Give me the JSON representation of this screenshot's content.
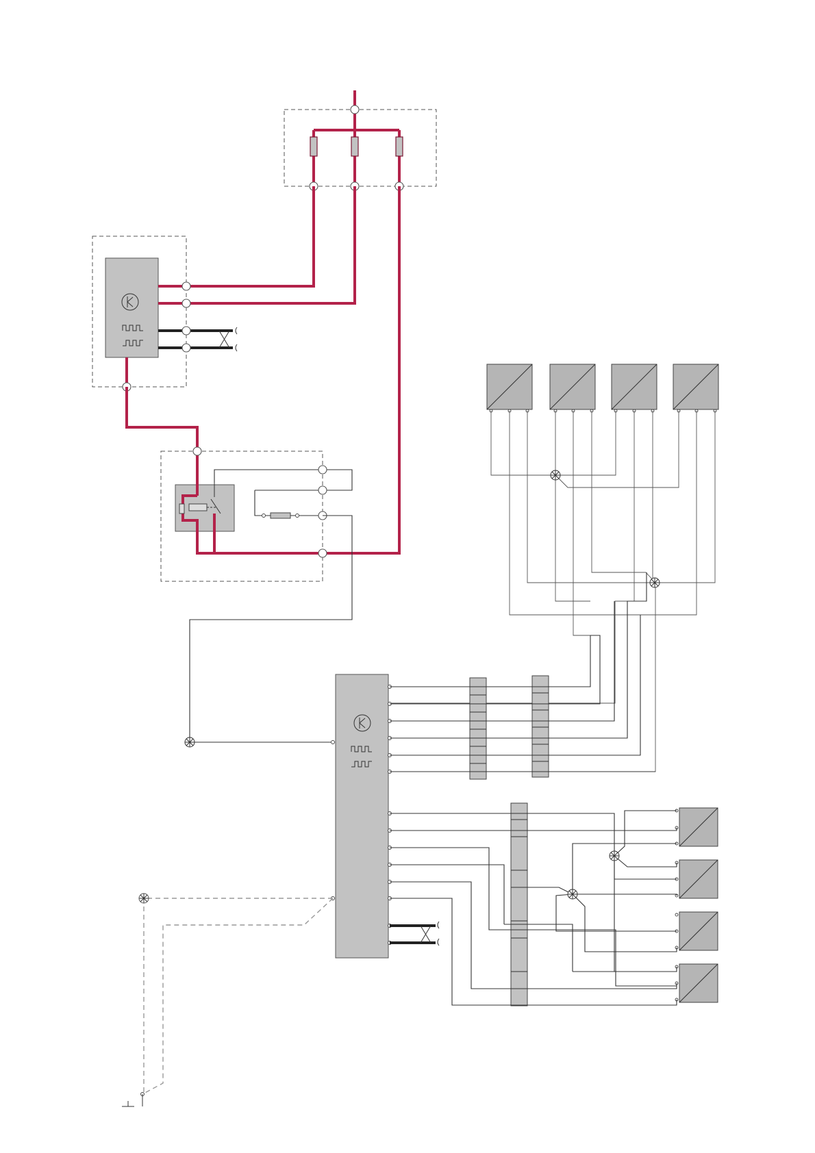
{
  "diagram": {
    "kind": "wiring-schematic",
    "colors": {
      "power_line": "#b3224a",
      "signal_line": "#333333",
      "component_fill": "#c2c2c2",
      "dashed_boundary": "#555555",
      "ground_line": "#999999"
    },
    "components": [
      {
        "id": "fuse-box",
        "kind": "dashed enclosure with three fuses"
      },
      {
        "id": "control-module-1",
        "kind": "control module (transistor + pulse symbols)"
      },
      {
        "id": "relay-box",
        "kind": "dashed enclosure with relay and fuse"
      },
      {
        "id": "control-module-2",
        "kind": "main control module (transistor + pulse symbols)"
      },
      {
        "id": "sensors-top",
        "kind": "four sensors in a row",
        "count": 4
      },
      {
        "id": "sensors-right",
        "kind": "four sensors in a column",
        "count": 4
      },
      {
        "id": "connector-blocks",
        "kind": "terminal connector strips",
        "count": 3
      },
      {
        "id": "ground-switch",
        "kind": "ground switch"
      }
    ],
    "icons": [
      "transistor-icon",
      "pulse-signal-icon",
      "twisted-pair-icon",
      "splice-icon",
      "fuse-icon",
      "relay-icon",
      "ground-icon"
    ]
  }
}
